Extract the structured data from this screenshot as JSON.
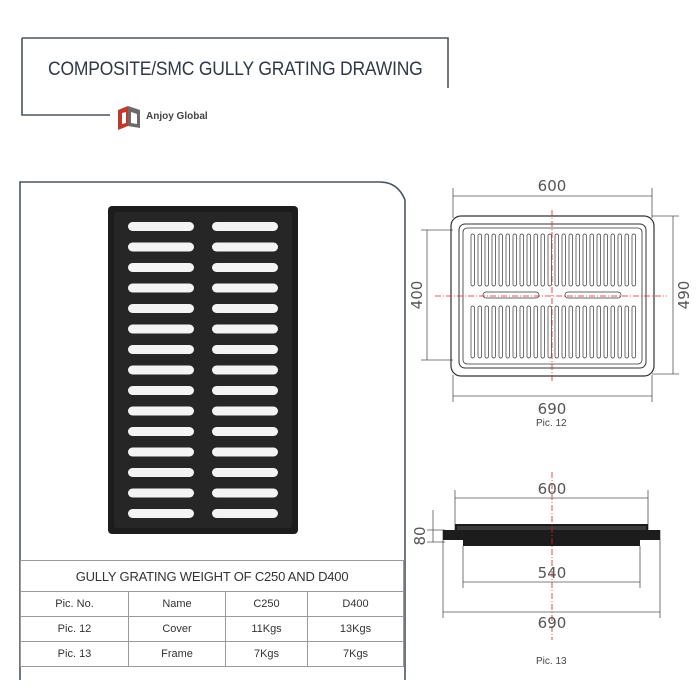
{
  "header": {
    "title": "COMPOSITE/SMC GULLY GRATING DRAWING",
    "brand": "Anjoy Global"
  },
  "colors": {
    "frame_line": "#4a5560",
    "logo_red": "#c0392b",
    "grating": "#1c1c1c",
    "dimension_line": "#555555",
    "center_line": "#e02020"
  },
  "table": {
    "caption": "GULLY GRATING WEIGHT OF C250 AND D400",
    "headers": [
      "Pic. No.",
      "Name",
      "C250",
      "D400"
    ],
    "rows": [
      [
        "Pic. 12",
        "Cover",
        "11Kgs",
        "13Kgs"
      ],
      [
        "Pic. 13",
        "Frame",
        "7Kgs",
        "7Kgs"
      ]
    ]
  },
  "drawings": {
    "top_view": {
      "label": "Pic. 12",
      "dim_top": "600",
      "dim_bottom": "690",
      "dim_left": "400",
      "dim_right": "490"
    },
    "side_view": {
      "label": "Pic. 13",
      "dim_top": "600",
      "dim_middle": "540",
      "dim_bottom": "690",
      "dim_left": "80"
    }
  }
}
